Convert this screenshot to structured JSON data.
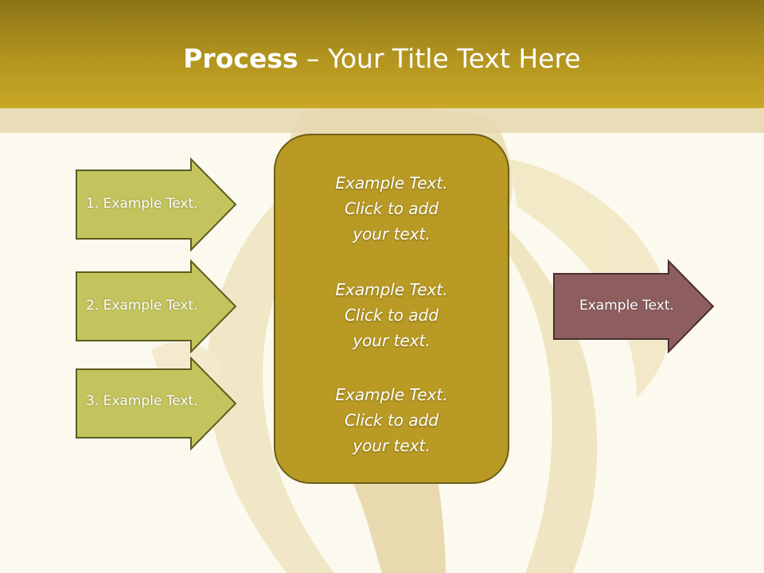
{
  "slide": {
    "title_bold": "Process",
    "title_rest": " – Your Title Text Here"
  },
  "input_arrows": [
    {
      "label": "1. Example Text."
    },
    {
      "label": "2. Example Text."
    },
    {
      "label": "3. Example Text."
    }
  ],
  "center_box": {
    "items": [
      {
        "line1": "Example Text.",
        "line2": "Click  to add",
        "line3": "your text."
      },
      {
        "line1": "Example Text.",
        "line2": "Click  to add",
        "line3": "your text."
      },
      {
        "line1": "Example Text.",
        "line2": "Click  to add",
        "line3": "your text."
      }
    ]
  },
  "output_arrow": {
    "label": "Example Text."
  },
  "colors": {
    "header": "#b3951f",
    "input_arrow_fill": "#c4c45e",
    "input_arrow_border": "#5c5c1e",
    "center_fill": "#b89a24",
    "output_arrow_fill": "#8e5e5e"
  }
}
